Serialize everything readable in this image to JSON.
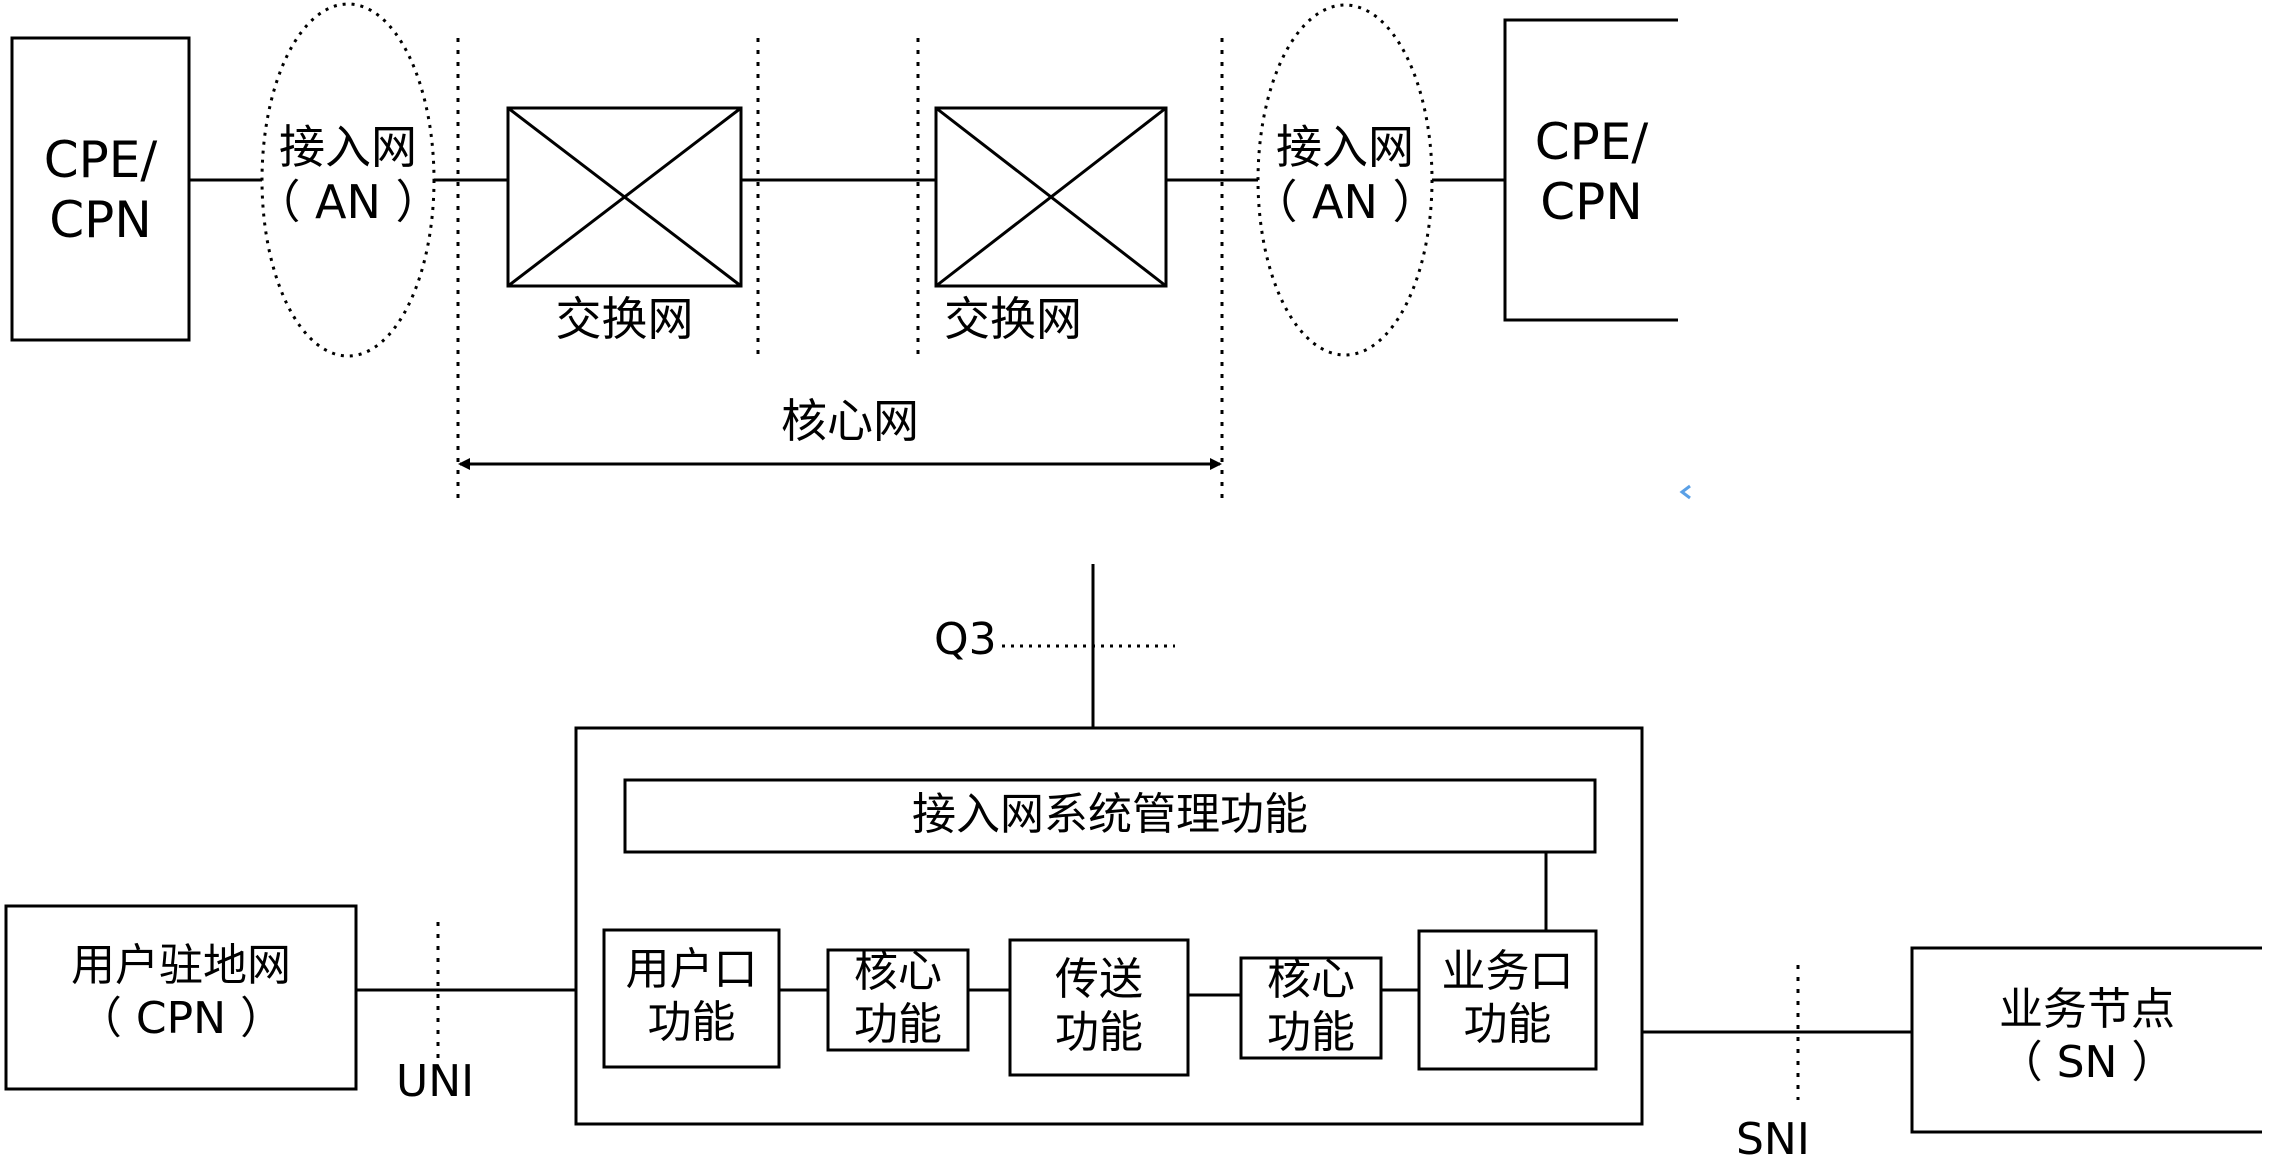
{
  "top": {
    "cpe_left": "CPE/\nCPN",
    "an_left": "接入网\n（ AN ）",
    "switch_left": "交换网",
    "switch_right": "交换网",
    "an_right": "接入网\n（ AN ）",
    "cpe_right": "CPE/\nCPN",
    "core_label": "核心网"
  },
  "bottom": {
    "q3": "Q3",
    "cpn": "用户驻地网\n（ CPN ）",
    "uni": "UNI",
    "mgmt": "接入网系统管理功能",
    "user_port": "用户口\n功能",
    "core_fn_1": "核心\n功能",
    "transport": "传送\n功能",
    "core_fn_2": "核心\n功能",
    "service_port": "业务口\n功能",
    "sni": "SNI",
    "sn": "业务节点\n（ SN ）"
  },
  "colors": {
    "line": "#000000",
    "background": "#ffffff"
  }
}
